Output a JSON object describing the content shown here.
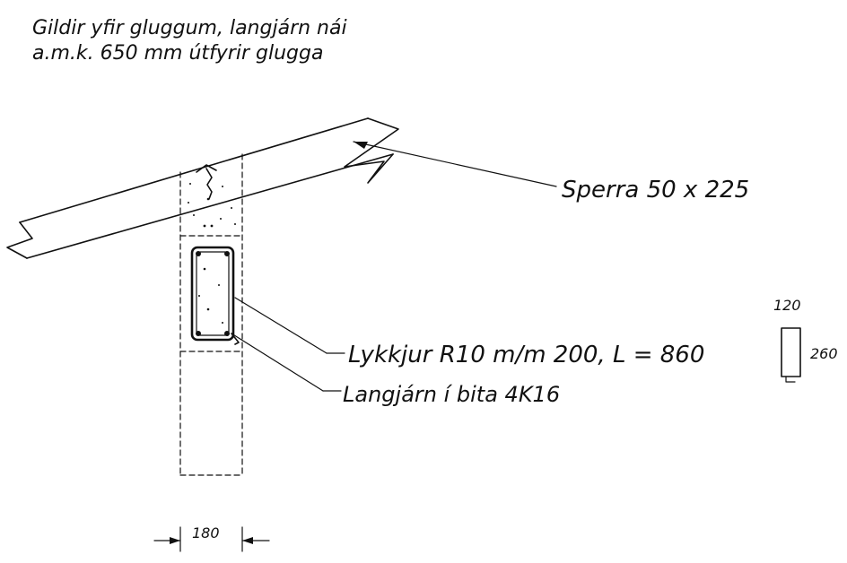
{
  "note": {
    "line1": "Gildir yfir gluggum, langjárn nái",
    "line2": "a.m.k. 650 mm útfyrir glugga"
  },
  "labels": {
    "rafter": "Sperra 50 x 225",
    "stirrups": "Lykkjur R10 m/m 200, L = 860",
    "longitudinal": "Langjárn í bita 4K16"
  },
  "stirrup_shape": {
    "width": "120",
    "height": "260"
  },
  "dimension": {
    "width": "180"
  },
  "colors": {
    "line": "#111111",
    "background": "#ffffff"
  }
}
